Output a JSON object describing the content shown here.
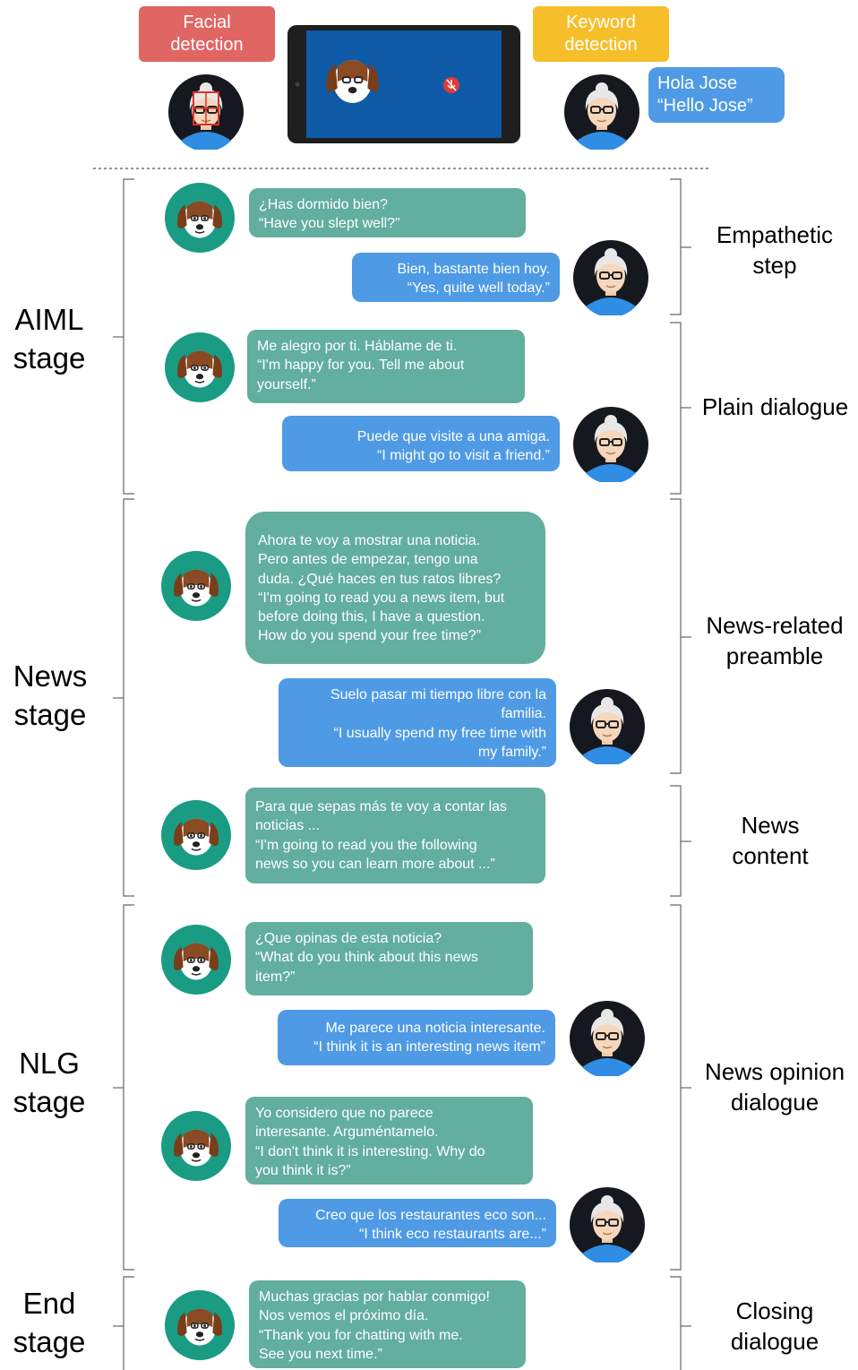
{
  "header": {
    "facial_tag": "Facial\ndetection",
    "keyword_tag": "Keyword\ndetection",
    "greeting": "Hola Jose\n“Hello Jose”"
  },
  "colors": {
    "facial": "#e06664",
    "keyword": "#f6bf2a",
    "robot_bubble": "#62ae9f",
    "human_bubble": "#4e9ae5",
    "robot_avatar": "#1a9b84",
    "tablet_screen": "#0e5aa7"
  },
  "stages": {
    "aiml": "AIML\nstage",
    "news": "News\nstage",
    "nlg": "NLG\nstage",
    "end": "End\nstage"
  },
  "steps": {
    "empathetic": "Empathetic\nstep",
    "plain": "Plain dialogue",
    "preamble": "News-related\npreamble",
    "content": "News\ncontent",
    "opinion": "News opinion\ndialogue",
    "closing": "Closing\ndialogue"
  },
  "messages": [
    {
      "text": "¿Has dormido bien?\n“Have you slept well?”"
    },
    {
      "text": "Bien, bastante bien hoy.\n“Yes, quite well today.”"
    },
    {
      "text": "Me alegro por ti. Háblame de ti.\n“I'm happy for you. Tell me about\nyourself.”"
    },
    {
      "text": "Puede que visite a una amiga.\n“I might go to visit a friend.”"
    },
    {
      "text": "Ahora te voy a mostrar una noticia.\nPero antes de empezar, tengo una\nduda. ¿Qué haces en tus ratos libres?\n“I'm going to read you a news item, but\nbefore doing this, I have a question.\nHow do you spend your free time?”"
    },
    {
      "text": "Suelo pasar mi tiempo libre con la\nfamilia.\n“I usually spend my free time with\nmy family.”"
    },
    {
      "text": "Para que sepas más te voy a contar las\nnoticias ...\n“I'm going to read you the following\nnews so you can learn more about ...”"
    },
    {
      "text": "¿Que opinas de esta noticia?\n“What do you think about this news\nitem?”"
    },
    {
      "text": "Me parece una noticia interesante.\n“I think it is an interesting news item”"
    },
    {
      "text": "Yo considero que no parece\ninteresante. Arguméntamelo.\n“I don't think it is interesting. Why do\nyou think it is?”"
    },
    {
      "text": "Creo que los restaurantes eco son...\n“I think eco restaurants are...”"
    },
    {
      "text": "Muchas gracias por hablar conmigo!\nNos vemos el próximo día.\n“Thank you for chatting with me.\nSee you next time.”"
    }
  ]
}
